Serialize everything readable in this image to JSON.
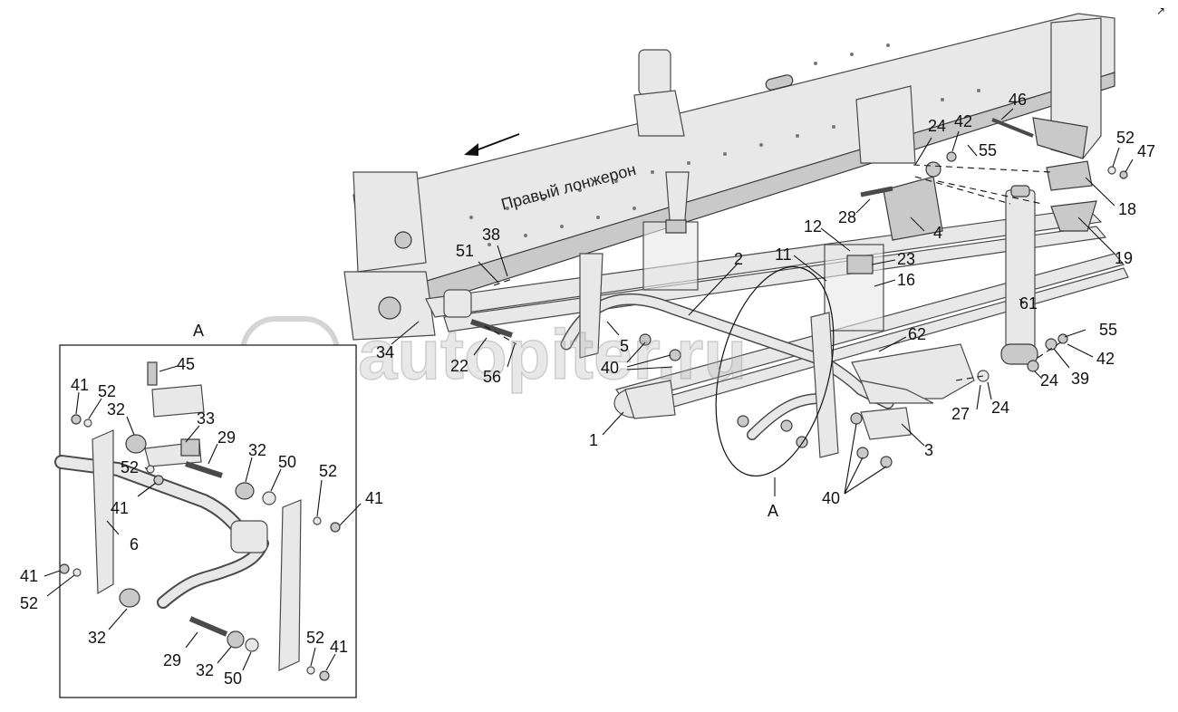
{
  "diagram": {
    "frame_label": "Правый лонжерон",
    "watermark": "autopiter.ru",
    "watermark_logo": "a>",
    "detail_caption": "A",
    "detail_callout": "A",
    "corner_mark": "↗"
  },
  "labels": {
    "main": [
      "46",
      "42",
      "24",
      "55",
      "52",
      "47",
      "18",
      "19",
      "28",
      "4",
      "12",
      "23",
      "11",
      "16",
      "61",
      "62",
      "55",
      "42",
      "39",
      "24",
      "24",
      "27",
      "2",
      "51",
      "38",
      "34",
      "22",
      "56",
      "5",
      "40",
      "1",
      "3",
      "40",
      "A"
    ],
    "detail": [
      "45",
      "41",
      "52",
      "32",
      "33",
      "29",
      "32",
      "50",
      "52",
      "41",
      "6",
      "41",
      "52",
      "52",
      "41",
      "32",
      "29",
      "32",
      "50",
      "52",
      "41"
    ]
  }
}
